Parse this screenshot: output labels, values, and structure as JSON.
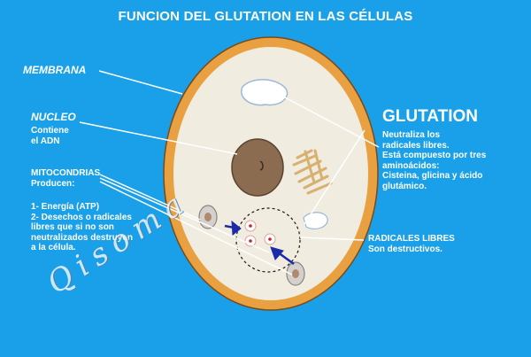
{
  "title": "FUNCION DEL GLUTATION EN LAS CÉLULAS",
  "labels": {
    "membrana": "MEMBRANA",
    "nucleo_heading": "NUCLEO",
    "nucleo_desc": "Contiene\nel ADN",
    "mito_heading": "MITOCONDRIAS",
    "mito_desc": "Producen:",
    "mito_list": "1- Energía (ATP)\n2- Desechos o radicales\nlibres que si no son\nneutralizados destruyen\na la célula.",
    "glutation_heading": "GLUTATION",
    "glutation_desc": "Neutraliza los\nradicales libres.\nEstá compuesto por tres\naminoácidos:\nCisteina, glicina y ácido\nglutámico.",
    "radicales_heading": "RADICALES  LIBRES",
    "radicales_desc": "Son destructivos."
  },
  "watermark": "Qisoma",
  "colors": {
    "background": "#1aa0e8",
    "cell_wall": "#e8a040",
    "cytoplasm": "#f0ece0",
    "nucleus": "#8c6c50",
    "label_text": "#ffffff",
    "arrow": "#1b2aa8"
  },
  "icons": [
    "cell-membrane-shape",
    "nucleus-shape",
    "golgi-shape",
    "vacuole-shape",
    "mitochondria-shape",
    "free-radical-dots",
    "arrow-icon"
  ]
}
